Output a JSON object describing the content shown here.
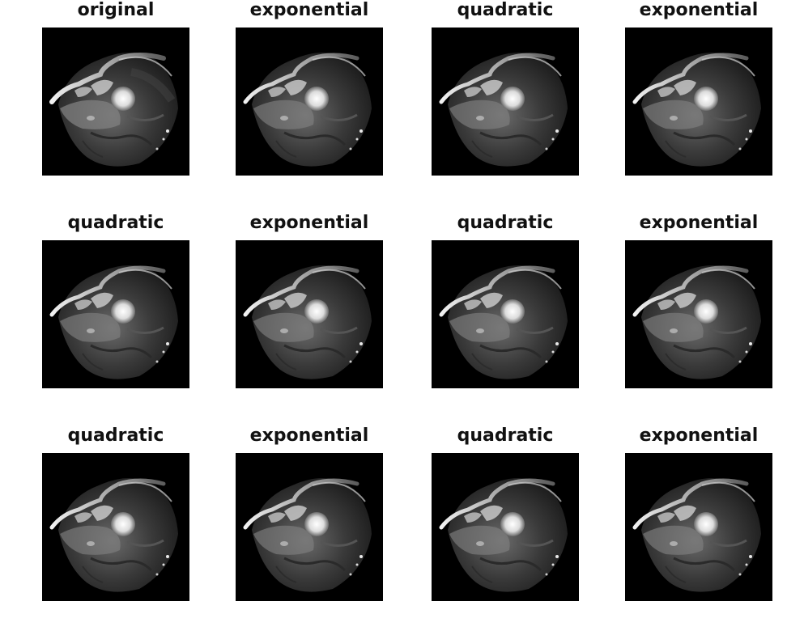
{
  "figure": {
    "panels": [
      {
        "title": "original"
      },
      {
        "title": "exponential"
      },
      {
        "title": "quadratic"
      },
      {
        "title": "exponential"
      },
      {
        "title": "quadratic"
      },
      {
        "title": "exponential"
      },
      {
        "title": "quadratic"
      },
      {
        "title": "exponential"
      },
      {
        "title": "quadratic"
      },
      {
        "title": "exponential"
      },
      {
        "title": "quadratic"
      },
      {
        "title": "exponential"
      }
    ]
  }
}
